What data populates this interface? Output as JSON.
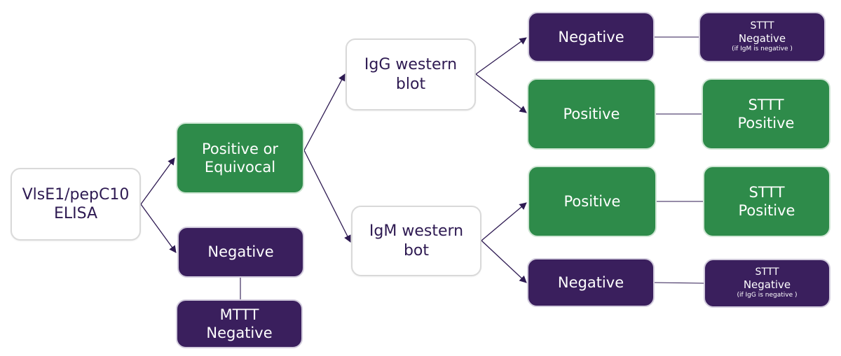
{
  "colors": {
    "green": "#2e8b4a",
    "purple": "#3a1f5d",
    "ink": "#2e1a52",
    "border": "#d9d9d9"
  },
  "nodes": {
    "elisa": {
      "line1": "VlsE1/pepC10",
      "line2": "ELISA"
    },
    "pos_equiv": {
      "line1": "Positive or",
      "line2": "Equivocal"
    },
    "neg_left": {
      "label": "Negative"
    },
    "mttt_neg": {
      "line1": "MTTT",
      "line2": "Negative"
    },
    "igg_wb": {
      "line1": "IgG western",
      "line2": "blot"
    },
    "igm_wb": {
      "line1": "IgM western",
      "line2": "bot"
    },
    "igg_neg": {
      "label": "Negative"
    },
    "igg_pos": {
      "label": "Positive"
    },
    "igm_pos": {
      "label": "Positive"
    },
    "igm_neg": {
      "label": "Negative"
    },
    "sttt_neg_top": {
      "line1": "STTT",
      "line2": "Negative",
      "note": "(if IgM is negative )"
    },
    "sttt_pos_1": {
      "line1": "STTT",
      "line2": "Positive"
    },
    "sttt_pos_2": {
      "line1": "STTT",
      "line2": "Positive"
    },
    "sttt_neg_bot": {
      "line1": "STTT",
      "line2": "Negative",
      "note": "(if IgG is negative )"
    }
  }
}
